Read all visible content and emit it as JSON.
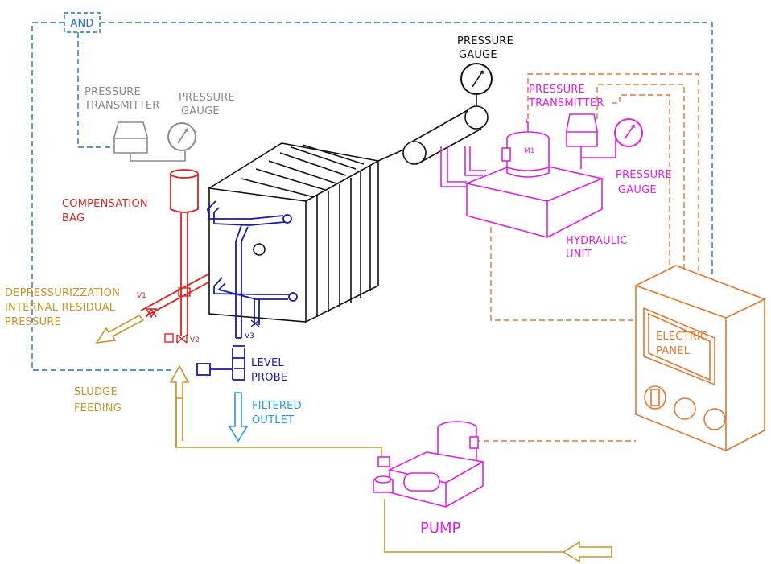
{
  "colors": {
    "blue_dashed": "#1f6fd0",
    "gray": "#8a8a8a",
    "red": "#e02020",
    "magenta": "#e020e0",
    "orange": "#e07830",
    "gold": "#c8962a",
    "navy": "#1a1aaa",
    "cyan": "#2a9ad8",
    "black": "#111111"
  },
  "labels": {
    "and_gate": "AND",
    "pt_left_1": "PRESSURE",
    "pt_left_2": "TRANSMITTER",
    "pg_left_1": "PRESSURE",
    "pg_left_2": "GAUGE",
    "pg_top_1": "PRESSURE",
    "pg_top_2": "GAUGE",
    "pt_right_1": "PRESSURE",
    "pt_right_2": "TRANSMITTER",
    "pg_right_1": "PRESSURE",
    "pg_right_2": "GAUGE",
    "comp_1": "COMPENSATION",
    "comp_2": "BAG",
    "hyd_1": "HYDRAULIC",
    "hyd_2": "UNIT",
    "depress_1": "DEPRESSURIZZATION",
    "depress_2": "INTERNAL RESIDUAL",
    "depress_3": "PRESSURE",
    "v1": "V1",
    "v2": "V2",
    "v3": "V3",
    "m1": "M1",
    "level_1": "LEVEL",
    "level_2": "PROBE",
    "filtered_1": "FILTERED",
    "filtered_2": "OUTLET",
    "sludge_1": "SLUDGE",
    "sludge_2": "FEEDING",
    "electric_1": "ELECTRIC",
    "electric_2": "PANEL",
    "pump": "PUMP"
  }
}
